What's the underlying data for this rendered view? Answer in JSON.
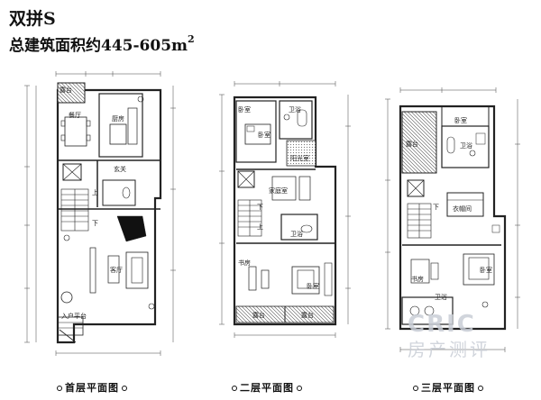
{
  "header": {
    "title": "双拼S",
    "area_text": "总建筑面积约445-605m",
    "area_sup": "2"
  },
  "plans": [
    {
      "caption": "首层平面图",
      "rooms": [
        "露台",
        "餐厅",
        "厨房",
        "玄关",
        "上",
        "下",
        "客厅",
        "入户平台"
      ]
    },
    {
      "caption": "二层平面图",
      "rooms": [
        "卧室",
        "卫浴",
        "卧室",
        "阳光室",
        "家庭室",
        "下",
        "上",
        "卫浴",
        "书房",
        "卧室",
        "露台",
        "露台"
      ]
    },
    {
      "caption": "三层平面图",
      "rooms": [
        "卧室",
        "露台",
        "卫浴",
        "下",
        "衣帽间",
        "卧室",
        "书房",
        "卫浴"
      ]
    }
  ],
  "watermark": {
    "logo": "CRIC",
    "text": "房产测评"
  }
}
